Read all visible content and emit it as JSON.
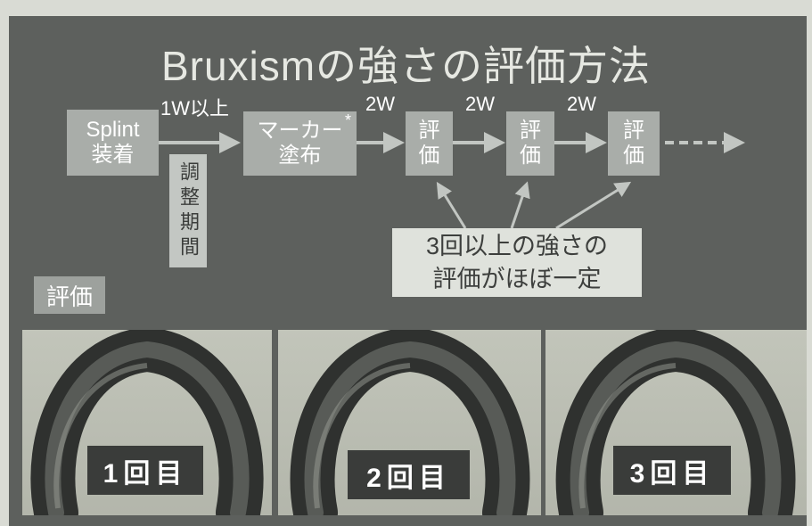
{
  "title": "Bruxismの強さの評価方法",
  "flow": {
    "splint": {
      "line1": "Splint",
      "line2": "装着"
    },
    "interval_first": "1W以上",
    "adjustment": "調整期間",
    "marker": {
      "line1": "マーカー",
      "asterisk": "*",
      "line2": "塗布"
    },
    "intervals": [
      "2W",
      "2W",
      "2W"
    ],
    "evaluations": [
      {
        "c1": "評",
        "c2": "価"
      },
      {
        "c1": "評",
        "c2": "価"
      },
      {
        "c1": "評",
        "c2": "価"
      }
    ]
  },
  "note": {
    "line1": "3回以上の強さの",
    "line2": "評価がほぼ一定"
  },
  "section_label": "評価",
  "photos": [
    {
      "label": "1回目"
    },
    {
      "label": "2回目"
    },
    {
      "label": "3回目"
    }
  ],
  "colors": {
    "slide_background": "#5d605d",
    "box_fill": "#a9ada9",
    "note_fill": "#dfe2dc",
    "arrow": "#c2c6c2",
    "label_fill": "#3a3c3a"
  }
}
